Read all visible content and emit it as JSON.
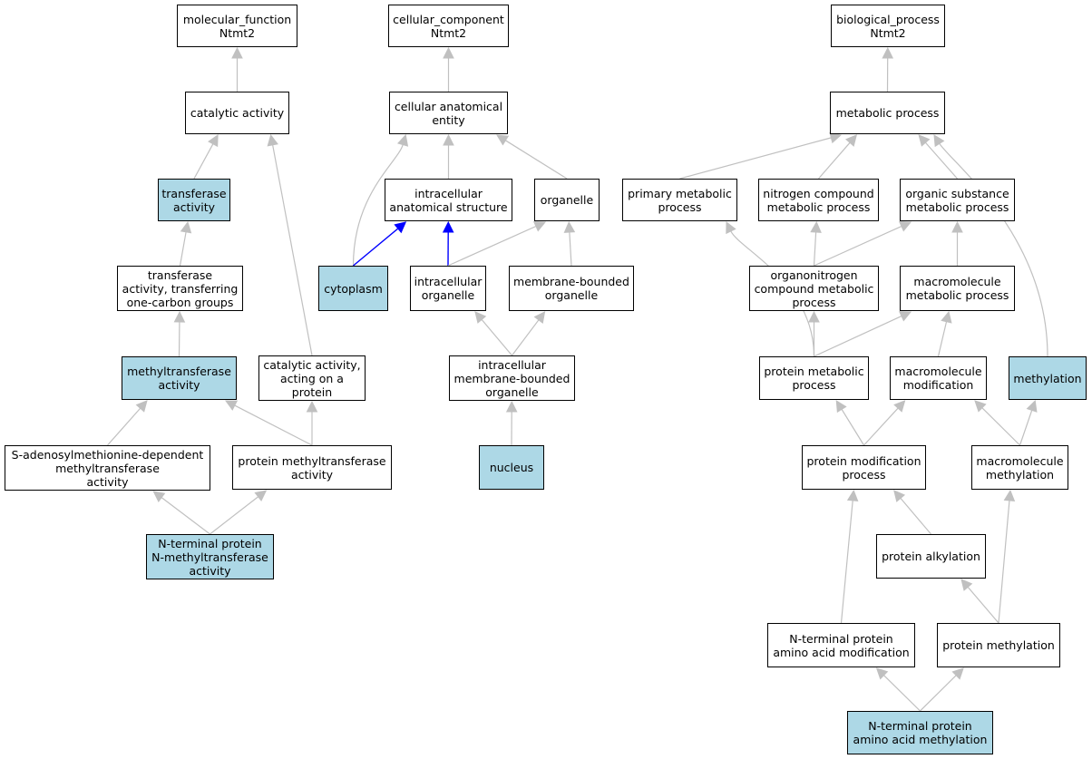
{
  "colors": {
    "highlight": "#add8e6",
    "edge_gray": "#c0c0c0",
    "edge_blue": "#0000ff",
    "border": "#000000"
  },
  "nodes": {
    "mf_root": {
      "text": "molecular_function\nNtmt2",
      "highlighted": false
    },
    "cc_root": {
      "text": "cellular_component\nNtmt2",
      "highlighted": false
    },
    "bp_root": {
      "text": "biological_process\nNtmt2",
      "highlighted": false
    },
    "catalytic_activity": {
      "text": "catalytic activity",
      "highlighted": false
    },
    "cellular_anatomical_entity": {
      "text": "cellular anatomical\nentity",
      "highlighted": false
    },
    "metabolic_process": {
      "text": "metabolic process",
      "highlighted": false
    },
    "transferase_activity": {
      "text": "transferase\nactivity",
      "highlighted": true
    },
    "intracellular_anatomical_structure": {
      "text": "intracellular\nanatomical structure",
      "highlighted": false
    },
    "organelle": {
      "text": "organelle",
      "highlighted": false
    },
    "primary_metabolic_process": {
      "text": "primary metabolic\nprocess",
      "highlighted": false
    },
    "nitrogen_compound_metabolic_process": {
      "text": "nitrogen compound\nmetabolic process",
      "highlighted": false
    },
    "organic_substance_metabolic_process": {
      "text": "organic substance\nmetabolic process",
      "highlighted": false
    },
    "transferase_one_carbon": {
      "text": "transferase\nactivity, transferring\none-carbon groups",
      "highlighted": false
    },
    "cytoplasm": {
      "text": "cytoplasm",
      "highlighted": true
    },
    "intracellular_organelle": {
      "text": "intracellular\norganelle",
      "highlighted": false
    },
    "membrane_bounded_organelle": {
      "text": "membrane-bounded\norganelle",
      "highlighted": false
    },
    "organonitrogen_compound_metabolic_process": {
      "text": "organonitrogen\ncompound metabolic\nprocess",
      "highlighted": false
    },
    "macromolecule_metabolic_process": {
      "text": "macromolecule\nmetabolic process",
      "highlighted": false
    },
    "methyltransferase_activity": {
      "text": "methyltransferase\nactivity",
      "highlighted": true
    },
    "catalytic_activity_on_protein": {
      "text": "catalytic activity,\nacting on a\nprotein",
      "highlighted": false
    },
    "intracellular_membrane_bounded_organelle": {
      "text": "intracellular\nmembrane-bounded\norganelle",
      "highlighted": false
    },
    "protein_metabolic_process": {
      "text": "protein metabolic\nprocess",
      "highlighted": false
    },
    "macromolecule_modification": {
      "text": "macromolecule\nmodification",
      "highlighted": false
    },
    "methylation": {
      "text": "methylation",
      "highlighted": true
    },
    "sam_dependent_methyltransferase": {
      "text": "S-adenosylmethionine-dependent\nmethyltransferase\nactivity",
      "highlighted": false
    },
    "protein_methyltransferase_activity": {
      "text": "protein methyltransferase\nactivity",
      "highlighted": false
    },
    "nucleus": {
      "text": "nucleus",
      "highlighted": true
    },
    "protein_modification_process": {
      "text": "protein modification\nprocess",
      "highlighted": false
    },
    "macromolecule_methylation": {
      "text": "macromolecule\nmethylation",
      "highlighted": false
    },
    "n_terminal_protein_n_methyltransferase": {
      "text": "N-terminal protein\nN-methyltransferase\nactivity",
      "highlighted": true
    },
    "protein_alkylation": {
      "text": "protein alkylation",
      "highlighted": false
    },
    "n_terminal_protein_aa_modification": {
      "text": "N-terminal protein\namino acid modification",
      "highlighted": false
    },
    "protein_methylation": {
      "text": "protein methylation",
      "highlighted": false
    },
    "n_terminal_protein_aa_methylation": {
      "text": "N-terminal protein\namino acid methylation",
      "highlighted": true
    }
  },
  "edges": [
    {
      "from": "catalytic_activity",
      "to": "mf_root",
      "color": "gray"
    },
    {
      "from": "transferase_activity",
      "to": "catalytic_activity",
      "color": "gray"
    },
    {
      "from": "catalytic_activity_on_protein",
      "to": "catalytic_activity",
      "color": "gray"
    },
    {
      "from": "transferase_one_carbon",
      "to": "transferase_activity",
      "color": "gray"
    },
    {
      "from": "methyltransferase_activity",
      "to": "transferase_one_carbon",
      "color": "gray"
    },
    {
      "from": "sam_dependent_methyltransferase",
      "to": "methyltransferase_activity",
      "color": "gray"
    },
    {
      "from": "protein_methyltransferase_activity",
      "to": "methyltransferase_activity",
      "color": "gray"
    },
    {
      "from": "protein_methyltransferase_activity",
      "to": "catalytic_activity_on_protein",
      "color": "gray"
    },
    {
      "from": "n_terminal_protein_n_methyltransferase",
      "to": "sam_dependent_methyltransferase",
      "color": "gray"
    },
    {
      "from": "n_terminal_protein_n_methyltransferase",
      "to": "protein_methyltransferase_activity",
      "color": "gray"
    },
    {
      "from": "cellular_anatomical_entity",
      "to": "cc_root",
      "color": "gray"
    },
    {
      "from": "intracellular_anatomical_structure",
      "to": "cellular_anatomical_entity",
      "color": "gray"
    },
    {
      "from": "organelle",
      "to": "cellular_anatomical_entity",
      "color": "gray"
    },
    {
      "from": "cytoplasm",
      "to": "cellular_anatomical_entity",
      "color": "gray",
      "curve": true
    },
    {
      "from": "cytoplasm",
      "to": "intracellular_anatomical_structure",
      "color": "blue"
    },
    {
      "from": "intracellular_organelle",
      "to": "intracellular_anatomical_structure",
      "color": "blue"
    },
    {
      "from": "intracellular_organelle",
      "to": "organelle",
      "color": "gray"
    },
    {
      "from": "membrane_bounded_organelle",
      "to": "organelle",
      "color": "gray"
    },
    {
      "from": "intracellular_membrane_bounded_organelle",
      "to": "intracellular_organelle",
      "color": "gray"
    },
    {
      "from": "intracellular_membrane_bounded_organelle",
      "to": "membrane_bounded_organelle",
      "color": "gray"
    },
    {
      "from": "nucleus",
      "to": "intracellular_membrane_bounded_organelle",
      "color": "gray"
    },
    {
      "from": "metabolic_process",
      "to": "bp_root",
      "color": "gray"
    },
    {
      "from": "primary_metabolic_process",
      "to": "metabolic_process",
      "color": "gray"
    },
    {
      "from": "nitrogen_compound_metabolic_process",
      "to": "metabolic_process",
      "color": "gray"
    },
    {
      "from": "organic_substance_metabolic_process",
      "to": "metabolic_process",
      "color": "gray"
    },
    {
      "from": "methylation",
      "to": "metabolic_process",
      "color": "gray",
      "curve": true
    },
    {
      "from": "organonitrogen_compound_metabolic_process",
      "to": "nitrogen_compound_metabolic_process",
      "color": "gray"
    },
    {
      "from": "organonitrogen_compound_metabolic_process",
      "to": "organic_substance_metabolic_process",
      "color": "gray"
    },
    {
      "from": "macromolecule_metabolic_process",
      "to": "organic_substance_metabolic_process",
      "color": "gray"
    },
    {
      "from": "protein_metabolic_process",
      "to": "primary_metabolic_process",
      "color": "gray",
      "curve": true
    },
    {
      "from": "protein_metabolic_process",
      "to": "organonitrogen_compound_metabolic_process",
      "color": "gray"
    },
    {
      "from": "protein_metabolic_process",
      "to": "macromolecule_metabolic_process",
      "color": "gray"
    },
    {
      "from": "macromolecule_modification",
      "to": "macromolecule_metabolic_process",
      "color": "gray"
    },
    {
      "from": "protein_modification_process",
      "to": "protein_metabolic_process",
      "color": "gray"
    },
    {
      "from": "protein_modification_process",
      "to": "macromolecule_modification",
      "color": "gray"
    },
    {
      "from": "macromolecule_methylation",
      "to": "macromolecule_modification",
      "color": "gray"
    },
    {
      "from": "macromolecule_methylation",
      "to": "methylation",
      "color": "gray"
    },
    {
      "from": "protein_alkylation",
      "to": "protein_modification_process",
      "color": "gray"
    },
    {
      "from": "n_terminal_protein_aa_modification",
      "to": "protein_modification_process",
      "color": "gray"
    },
    {
      "from": "protein_methylation",
      "to": "protein_alkylation",
      "color": "gray"
    },
    {
      "from": "protein_methylation",
      "to": "macromolecule_methylation",
      "color": "gray"
    },
    {
      "from": "n_terminal_protein_aa_methylation",
      "to": "n_terminal_protein_aa_modification",
      "color": "gray"
    },
    {
      "from": "n_terminal_protein_aa_methylation",
      "to": "protein_methylation",
      "color": "gray"
    }
  ]
}
